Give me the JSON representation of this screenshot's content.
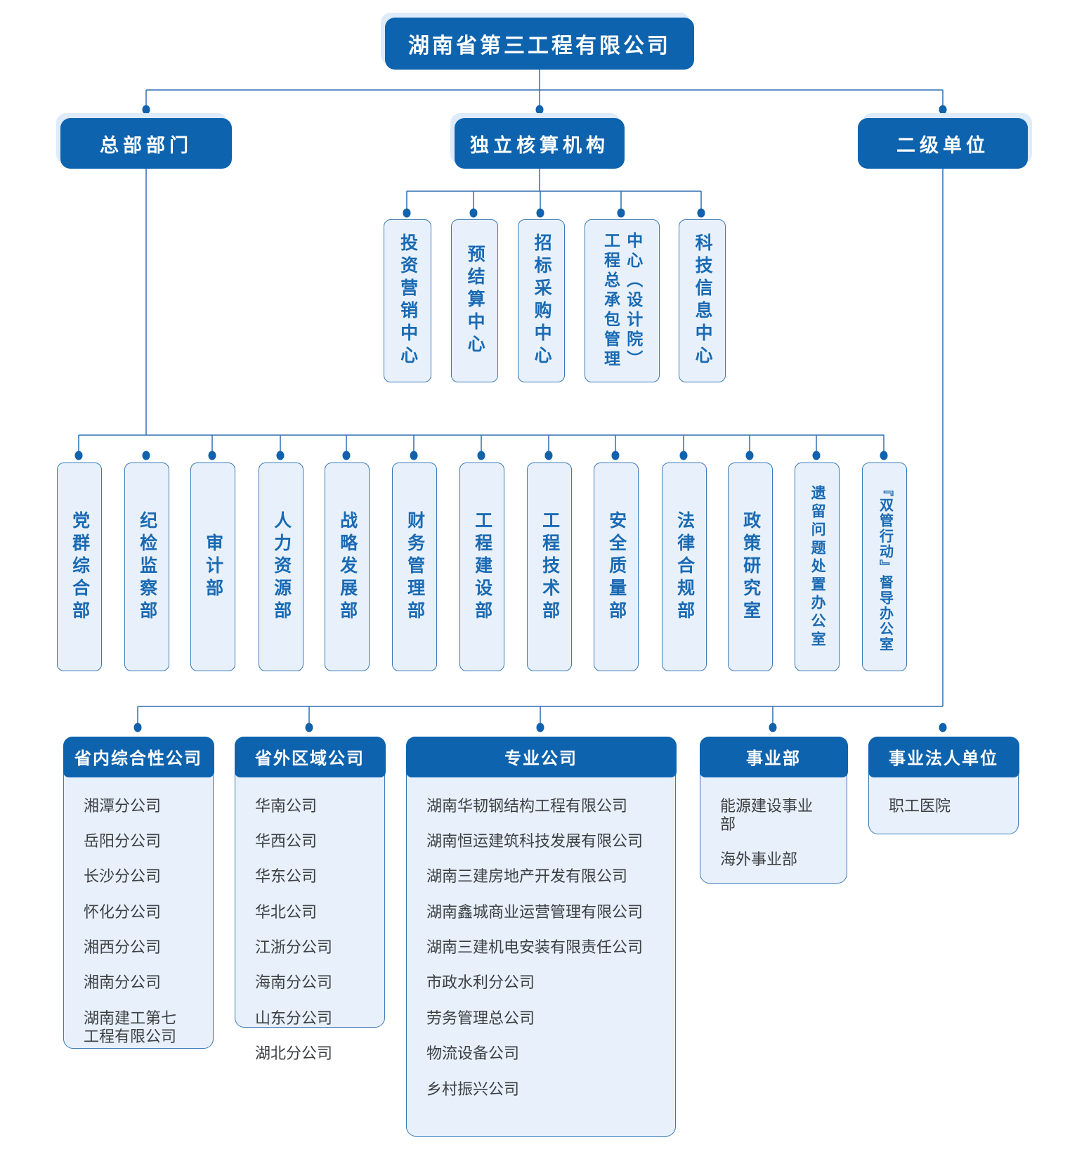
{
  "root": {
    "label": "湖南省第三工程有限公司"
  },
  "level2": [
    {
      "label": "总部部门"
    },
    {
      "label": "独立核算机构"
    },
    {
      "label": "二级单位"
    }
  ],
  "independent_units": [
    "投资营销中心",
    "预结算中心",
    "招标采购中心",
    "工程总承包管理\n中心（设计院）",
    "科技信息中心"
  ],
  "hq_departments": [
    "党群综合部",
    "纪检监察部",
    "审计部",
    "人力资源部",
    "战略发展部",
    "财务管理部",
    "工程建设部",
    "工程技术部",
    "安全质量部",
    "法律合规部",
    "政策研究室",
    "遗留问题处置办公室",
    "『双管行动』督导办公室"
  ],
  "secondary_groups": [
    {
      "title": "省内综合性公司",
      "items": [
        "湘潭分公司",
        "岳阳分公司",
        "长沙分公司",
        "怀化分公司",
        "湘西分公司",
        "湘南分公司",
        "湖南建工第七\n工程有限公司"
      ]
    },
    {
      "title": "省外区域公司",
      "items": [
        "华南公司",
        "华西公司",
        "华东公司",
        "华北公司",
        "江浙分公司",
        "海南分公司",
        "山东分公司",
        "湖北分公司"
      ]
    },
    {
      "title": "专业公司",
      "items": [
        "湖南华韧钢结构工程有限公司",
        "湖南恒运建筑科技发展有限公司",
        "湖南三建房地产开发有限公司",
        "湖南鑫城商业运营管理有限公司",
        "湖南三建机电安装有限责任公司",
        "市政水利分公司",
        "劳务管理总公司",
        "物流设备公司",
        "乡村振兴公司"
      ]
    },
    {
      "title": "事业部",
      "items": [
        "能源建设事业部",
        "海外事业部"
      ]
    },
    {
      "title": "事业法人单位",
      "items": [
        "职工医院"
      ]
    }
  ],
  "colors": {
    "primary_blue": "#0e63ae",
    "light_fill": "#e8f1fb",
    "box_border": "#3a79b8",
    "line": "#2f6fb2",
    "header_shadow": "#ddebfb",
    "vertical_text": "#1a6ab3",
    "item_text": "#3d4043"
  }
}
